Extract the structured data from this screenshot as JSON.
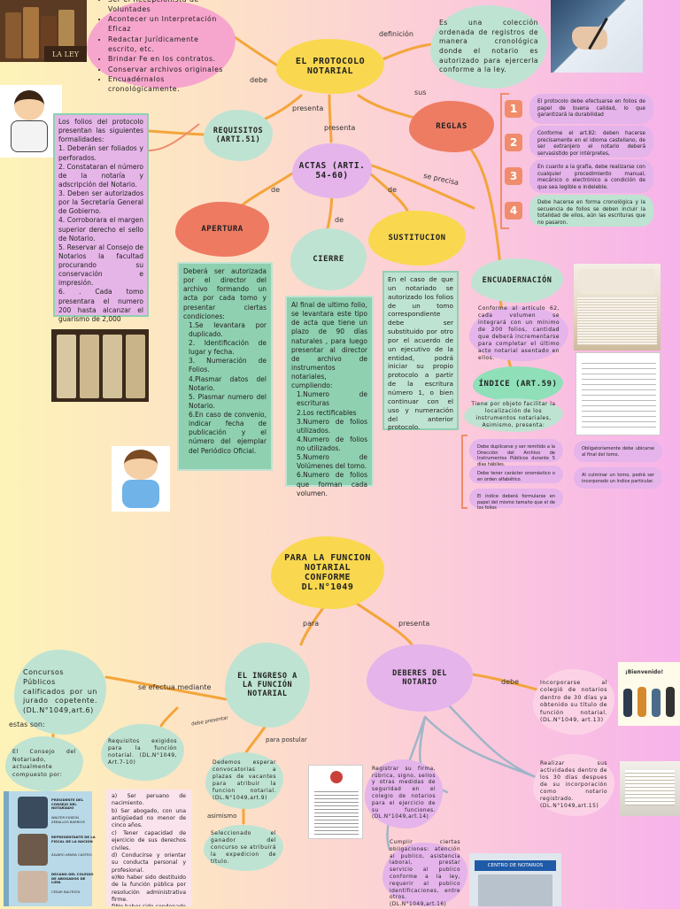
{
  "main": {
    "title": "EL PROTOCOLO NOTARIAL",
    "definition_label": "definición",
    "definition": "Es una colección ordenada de registros de manera cronológica donde el notario es autorizado para ejercerla conforme a la ley.",
    "debe_label": "debe",
    "duties": [
      "Ser el Recepcionista de Voluntades",
      "Acontecer un Interpretación Eficaz",
      "Redactar Jurídicamente escrito, etc.",
      "Brindar Fe en los contratos.",
      "Conservar archivos originales",
      "Encuadérnalos cronológicamente."
    ]
  },
  "requisitos": {
    "title": "REQUISITOS (ARTI.51)",
    "presenta_label": "presenta",
    "intro": "Los folios del protocolo presentan las siguientes formalidades:",
    "items": [
      "1. Deberán ser foliados y perforados.",
      "2. Constataran el número de la notaría y adscripción del Notario.",
      "3. Deben ser autorizados  por la Secretaría General de Gobierno.",
      "4. Corroborara el margen superior derecho el sello de Notario.",
      "5. Reservar al Consejo de Notarios la facultad procurando su conservación e impresión.",
      "6. . Cada tomo presentara el numero 200 hasta alcanzar el guarismo de 2,000"
    ]
  },
  "reglas": {
    "title": "REGLAS",
    "sus_label": "sus",
    "items": [
      {
        "n": "1",
        "text": "El protocolo debe efectuarse en folios de papel de buena calidad, lo que garantizará la durabilidad"
      },
      {
        "n": "2",
        "text": "Conforme el art.82: deben hacerse precisamente en el idioma castellano, de ser extranjero el notario deberá servasistido por intérpretes,"
      },
      {
        "n": "3",
        "text": "En cuanto a la grafía, debe realizarse con cualquier procedimiento manual, mecánico o electrónico a condición de que sea legible e indeleble."
      },
      {
        "n": "4",
        "text": "Debe hacerse en forma cronológica y la secuencia de folios se deben incluir la totalidad de ellos, aún las escrituras que no pasaron."
      }
    ]
  },
  "actas": {
    "title": "ACTAS (ARTI. 54-60)",
    "presenta_label": "presenta",
    "se_precisa_label": "se precisa",
    "de_labels": [
      "de",
      "de",
      "de"
    ],
    "apertura": {
      "title": "APERTURA",
      "intro": "Deberá ser autorizada por el director del archivo formando un acta por cada tomo y presentar ciertas condiciones:",
      "items": [
        "1.Se levantara por duplicado.",
        "2. Identificación de lugar y fecha.",
        "3. Numeración de Folios.",
        "4.Plasmar datos del Notario.",
        "5. Plasmar numero del Notario.",
        "6.En caso de convenio, indicar fecha de publicación y el número del ejemplar del Periódico Oficial."
      ]
    },
    "cierre": {
      "title": "CIERRE",
      "intro": "Al final de ultimo folio, se levantara este tipo de acta que tiene un plazo de 90 días naturales , para luego presentar al director de archivo de instrumentos notariales, cumpliendo:",
      "items": [
        "1.Numero de escrituras",
        "2.Los rectificables",
        "3.Numero de folios utilizados.",
        "4.Numero de folios no utilizados.",
        "5.Numero de Volúmenes del tomo.",
        "6.Numero de folios que forman cada volumen."
      ]
    },
    "sustitucion": {
      "title": "SUSTITUCION",
      "text": "En el caso de que un notariado se autorizado los folios de un tomo correspondiente debe ser substituido por otro por el acuerdo de un ejecutivo de la entidad, podrá iniciar su propio protocolo a partir de la escritura número 1, o bien continuar con el uso y numeración del anterior protocolo."
    }
  },
  "encuadernacion": {
    "title": "ENCUADERNACIÓN",
    "text": "Conforme al artículo 62, cada volumen se integrará con un mínimo de 200 folios, cantidad que deberá incrementarse para completar el último acto notarial asentado en ellos."
  },
  "indice": {
    "title": "ÍNDICE (ART.59)",
    "text": "Tiene por objeto facilitar la localización de los instrumentos notariales, Asimismo, presenta:",
    "items_left": [
      "Debe duplicarse y ser remitido a la Dirección del Archivo de Instrumentos Públicos durante 5 días hábiles.",
      "Debe tener carácter onomástico o en orden alfabético.",
      "El índice deberá formularse en papel del mismo tamaño que el de los folios"
    ],
    "items_right": [
      "Obligatoriamente debe ubicarse al final del tomo.",
      "Al culminar un tomo, podrá ser incorporado un índice particular."
    ]
  },
  "funcion": {
    "title": "PARA LA FUNCION NOTARIAL CONFORME DL.N°1049",
    "para_label": "para",
    "presenta_label": "presenta",
    "ingreso_title": "EL INGRESO A LA FUNCIÓN NOTARIAL",
    "efectua_label": "se efectua mediante",
    "concursos": "Concursos Públicos calificados por un jurado copetente. (DL.N°1049,art.6)",
    "estas_son_label": "estas son:",
    "consejo": "El Consejo del Notariado, actualmente compuesto por:",
    "debe_presentar_label": "debe presentar",
    "para_postular_label": "para postular",
    "asimismo_label": "asimismo",
    "requisitos_text": "Requisitos exigidos para la función notarial. (DL.N°1049, Art.7-10)",
    "requisitos_list": "a) Ser peruano de nacimiento.\nb) Ser abogado, con una antigüedad no menor de cinco años.\nc) Tener capacidad de ejercicio de sus derechos civiles.\nd) Conducirse y orientar su conducta personal y profesional.\ne)No haber sido destituido de la función pública por resolución administrativa firme.\nf)No haber sido condenado",
    "convocatorias": "Dedemos esperar convocatorias a plazas de vacantes para atribuir la funcion notarial. (DL.N°1049,art.9)",
    "ganador": "Seleccionado el ganador del concurso se atribuirá la expedicion de título.",
    "members": [
      {
        "role": "PRESIDENTE DEL CONSEJO DEL NOTARIADO",
        "name": "WALTER EDISON ZEBALLOS BARRIOS"
      },
      {
        "role": "REPRESENTANTE DE LA FISCAL DE LA NACIÓN",
        "name": "ÁLVARO AMAYA CASTRO"
      },
      {
        "role": "DECANO DEL COLEGIO DE ABOGADOS DE LIMA",
        "name": "CÉSAR BAUTISTA"
      }
    ]
  },
  "deberes": {
    "title": "DEBERES DEL NOTARIO",
    "debe_label": "debe",
    "items": [
      "Incorporarse al colegió de notarios dentro de 30 días ya obtenido su título de función notarial. (DL.N°1049, art.13)",
      "Registrar su firma, rúbrica, signo, sellos y otras medidas de seguridad en el colegio de notarios para el ejercicio de su funciones. (DL.N°1049,art.14)",
      "Realizar sus actividades dentro de los 30 días despues de su incorporación como notario registrado. (DL.N°1049,art.15)",
      "Cumplir ciertas obligaciones: atención al publico, asistencia laboral, prestar servicio al publico conforme a la ley, requerir al publico identificaciones, entre otros. (DL.N°1049,art.16)"
    ],
    "welcome": "¡Bienvenido!",
    "sign_banner": "CENTRO DE NOTARIOS"
  },
  "images": {
    "law_book": "LA LEY"
  },
  "colors": {
    "yellow": "#f9d84f",
    "mint": "#bfe3d2",
    "salmon": "#ef8c6e",
    "coral": "#ee7c63",
    "lilac": "#e4b4ea",
    "green_box": "#8fd0b0",
    "orange_line": "#f4a53a",
    "pink_line": "#f7a0b8"
  }
}
